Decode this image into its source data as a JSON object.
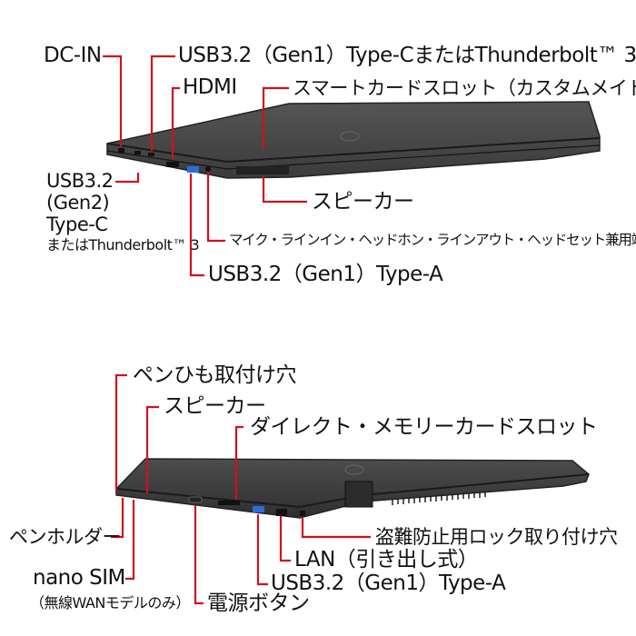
{
  "top": {
    "labels": {
      "dc_in": "DC-IN",
      "usb_c_gen1_tb": "USB3.2（Gen1）Type-CまたはThunderbolt™ 3",
      "hdmi": "HDMI",
      "smart_card": "スマートカードスロット（カスタムメイド）",
      "speaker": "スピーカー",
      "usb_c_gen2_line1": "USB3.2",
      "usb_c_gen2_line2": "(Gen2)",
      "usb_c_gen2_line3": "Type-C",
      "usb_c_gen2_line4": "またはThunderbolt™ 3",
      "audio_jack": "マイク・ラインイン・ヘッドホン・ラインアウト・ヘッドセット兼用端子",
      "usb_a_gen1": "USB3.2（Gen1）Type-A"
    }
  },
  "bottom": {
    "labels": {
      "pen_strap": "ペンひも取付け穴",
      "speaker": "スピーカー",
      "memory_card": "ダイレクト・メモリーカードスロット",
      "pen_holder": "ペンホルダー",
      "lock_slot": "盗難防止用ロック取り付け穴",
      "lan": "LAN（引き出し式）",
      "nano_sim_line1": "nano SIM",
      "nano_sim_line2": "（無線WANモデルのみ）",
      "usb_a_gen1": "USB3.2（Gen1）Type-A",
      "power_button": "電源ボタン"
    }
  },
  "colors": {
    "leader": "#d0101e",
    "laptop_body": "#3a3a3a",
    "laptop_edge": "#1e1e1e",
    "usb_blue": "#2a6fd6"
  }
}
